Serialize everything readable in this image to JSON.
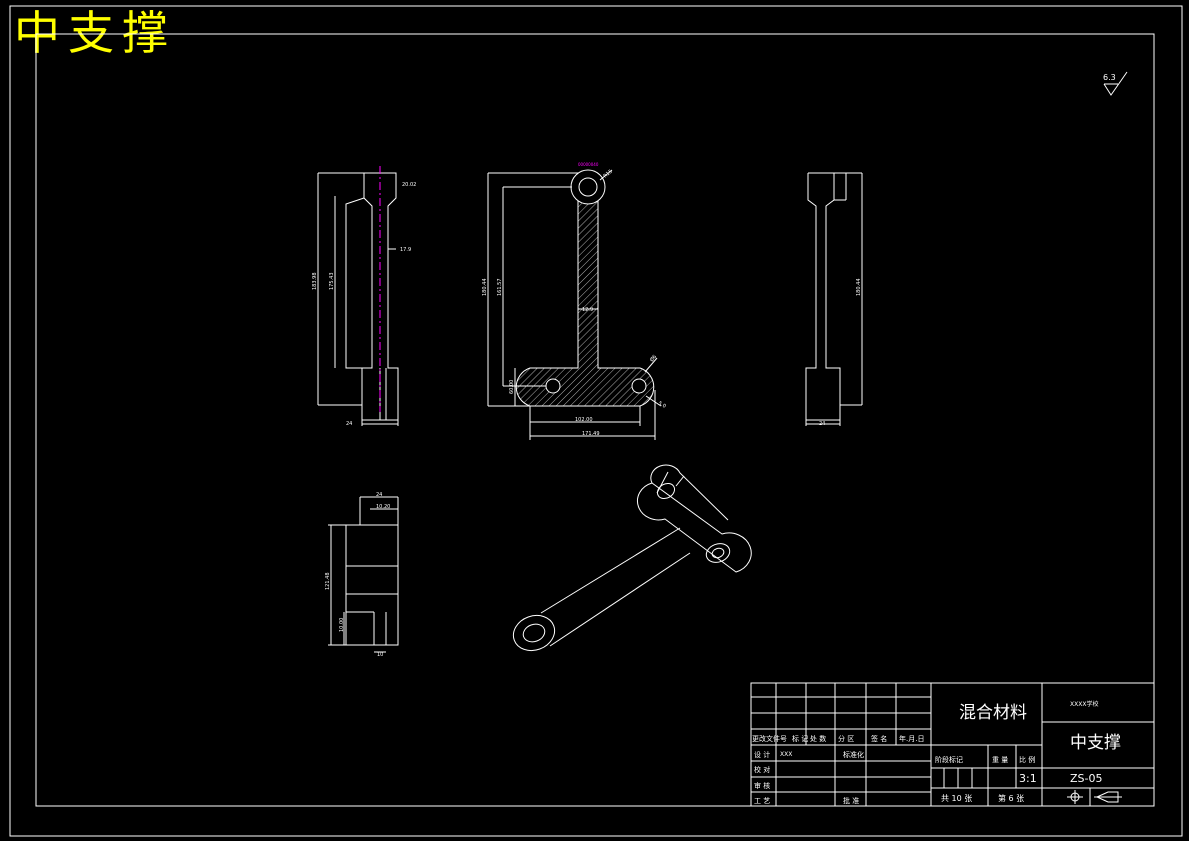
{
  "drawing_title": "中支撑",
  "roughness_symbol": "6.3",
  "balloon_label": "00000040",
  "dimensions": {
    "front_overall_height": "183.98",
    "front_inner_height": "175.43",
    "front_web": "17.9",
    "front_top_thickness": "20.02",
    "front_bottom_width": "24",
    "side_main_height": "180.44",
    "side_inner_height": "161.57",
    "side_web": "12.9",
    "side_radius": "R15",
    "side_hole": "Ø6",
    "side_hole_dim": "5.0",
    "side_bottom_left": "60.00",
    "side_base_inner": "102.00",
    "side_base_total": "171.49",
    "right_height": "180.44",
    "right_width": "24",
    "top_width": "24",
    "top_inner": "10.20",
    "top_height": "121.48",
    "top_slot": "10.00",
    "top_bottom": "10"
  },
  "title_block": {
    "material": "混合材料",
    "part_name": "中支撑",
    "company": "XXXX学校",
    "drawing_no": "ZS-05",
    "scale": "3:1",
    "total_sheets": "共 10 张",
    "sheet_no": "第 6 张",
    "rev_headers": [
      "更改文件号",
      "标 记",
      "处 数",
      "分 区",
      "签 名",
      "年.月.日"
    ],
    "row_design": "设 计",
    "designer": "XXX",
    "row_standard": "标准化",
    "row_check": "校 对",
    "row_review": "审 核",
    "row_process": "工 艺",
    "row_approve": "批 准",
    "stage_mark": "阶段标记",
    "weight": "重 量",
    "scale_label": "比 例"
  },
  "colors": {
    "background": "#000000",
    "lines": "#ffffff",
    "title": "#ffff00",
    "centerline": "#ff00ff"
  }
}
